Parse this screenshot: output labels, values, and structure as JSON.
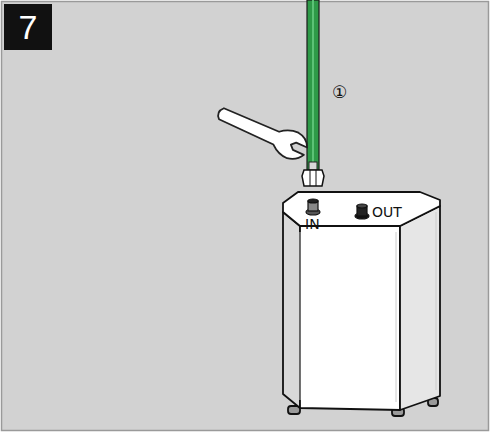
{
  "diagram": {
    "nodes": [
      {
        "text": [
          "7"
        ]
      }
    ],
    "labels": [
      "①",
      "IN",
      "OUT"
    ]
  }
}
